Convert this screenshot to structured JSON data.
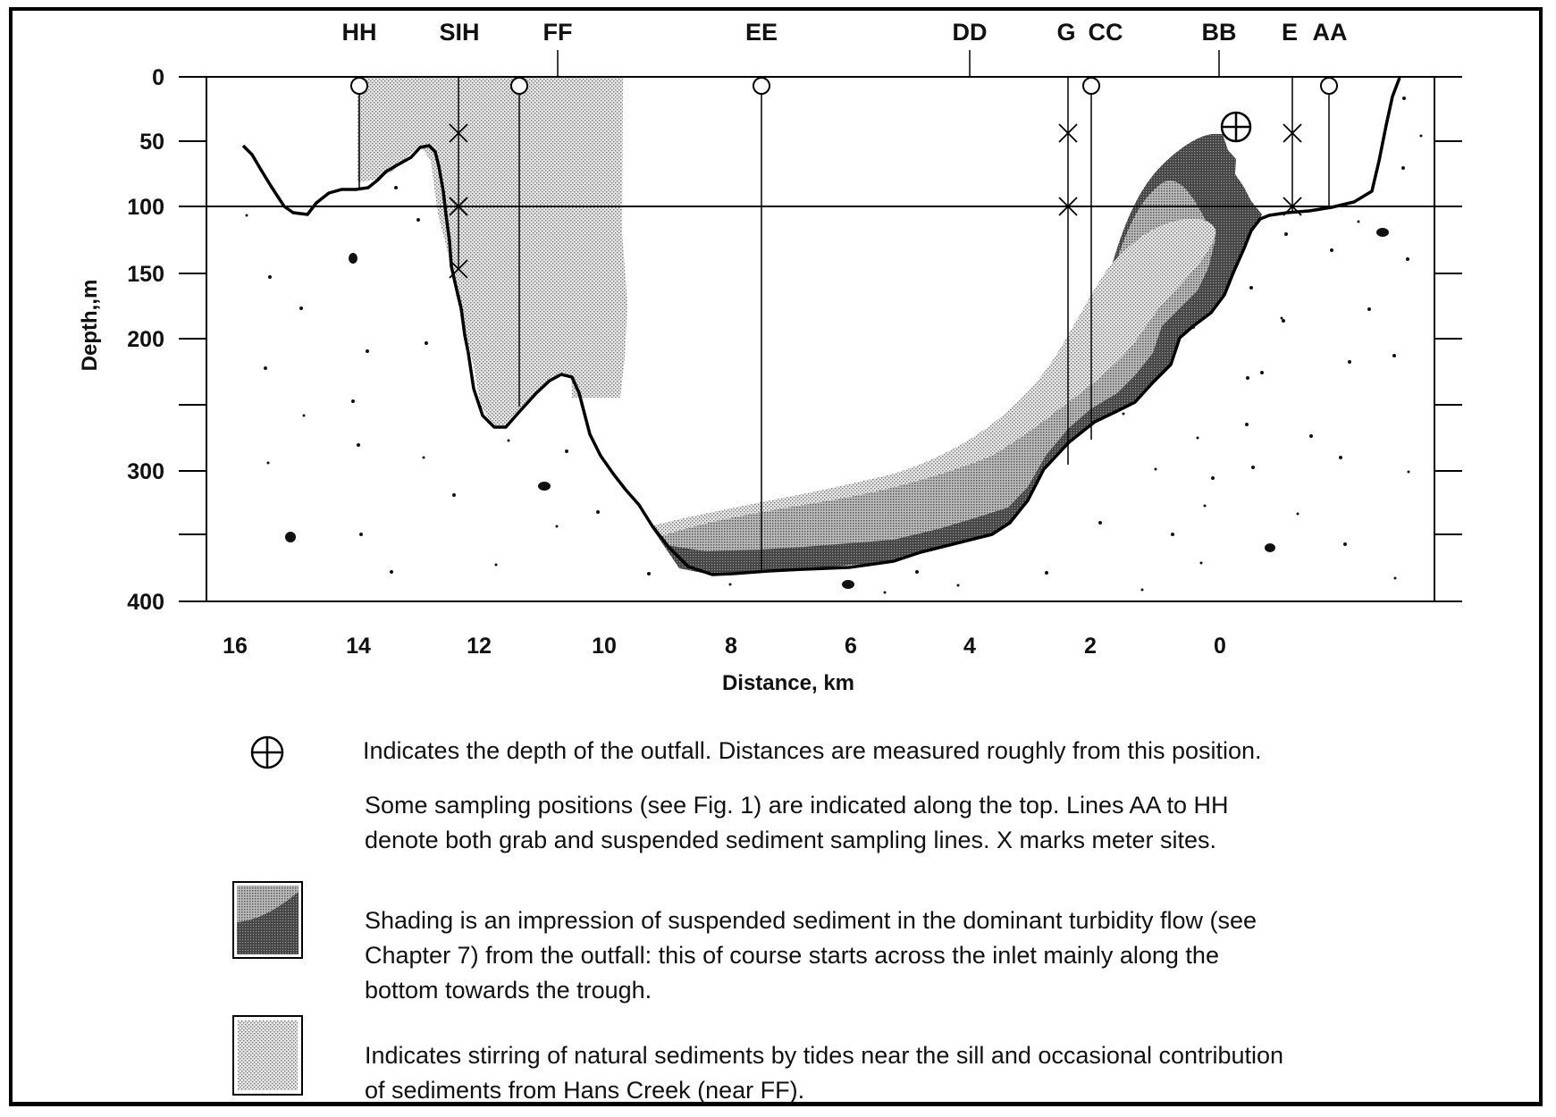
{
  "station_labels": [
    "HH",
    "SIH",
    "FF",
    "EE",
    "DD",
    "G",
    "CC",
    "BB",
    "E",
    "AA"
  ],
  "depth_axis": {
    "label": "Depth,,m",
    "ticks": [
      "0",
      "50",
      "100",
      "150",
      "200",
      "300",
      "400"
    ]
  },
  "distance_axis": {
    "label": "Distance, km",
    "ticks": [
      "16",
      "14",
      "12",
      "10",
      "8",
      "6",
      "4",
      "2",
      "0"
    ]
  },
  "legend": {
    "outfall": "Indicates the depth of the outfall.  Distances are measured roughly from this position.",
    "sampling_line1": "Some sampling positions (see Fig. 1) are indicated along the top.  Lines AA to HH",
    "sampling_line2": "denote both grab and suspended sediment sampling lines.  X marks meter sites.",
    "shading_line1": "Shading is an impression of suspended sediment in the dominant turbidity flow (see",
    "shading_line2": "Chapter 7) from the outfall: this of course starts across the inlet mainly along the",
    "shading_line3": "bottom towards the trough.",
    "stirring_line1": "Indicates stirring of natural sediments by tides near the sill and occasional contribution",
    "stirring_line2": "of sediments from Hans Creek (near FF)."
  }
}
